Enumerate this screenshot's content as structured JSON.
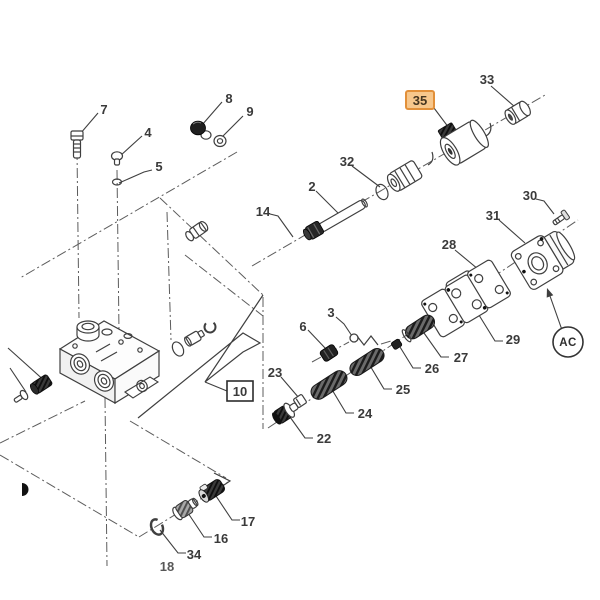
{
  "diagram": {
    "type": "exploded-parts-diagram",
    "background_color": "#ffffff",
    "line_color": "#3f3f3f"
  },
  "labels": {
    "p2": "2",
    "p3": "3",
    "p4": "4",
    "p5": "5",
    "p6": "6",
    "p7": "7",
    "p8": "8",
    "p9": "9",
    "p10": "10",
    "p14": "14",
    "p16": "16",
    "p17": "17",
    "p18": "18",
    "p22": "22",
    "p23": "23",
    "p24": "24",
    "p25": "25",
    "p26": "26",
    "p27": "27",
    "p28": "28",
    "p29": "29",
    "p30": "30",
    "p31": "31",
    "p32": "32",
    "p33": "33",
    "p34": "34",
    "p35": "35",
    "ac": "AC"
  },
  "highlight": {
    "selected_part": "35",
    "box_fill": "#f7c78c",
    "box_border": "#e2903a",
    "text_color": "#453520"
  },
  "boxed_reference": {
    "part": "10"
  }
}
